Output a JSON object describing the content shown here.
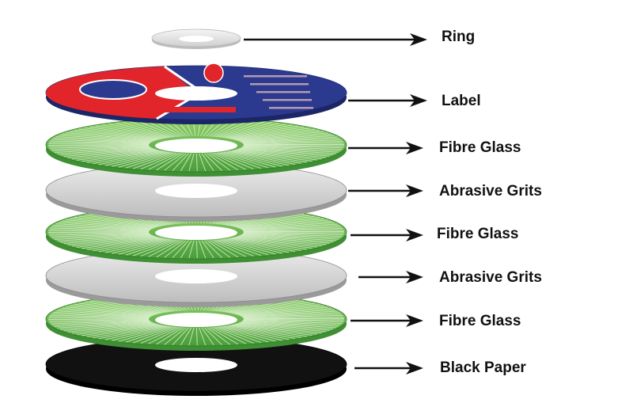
{
  "layers": [
    {
      "label": "Ring",
      "kind": "ring"
    },
    {
      "label": "Label",
      "kind": "label"
    },
    {
      "label": "Fibre Glass",
      "kind": "fibre"
    },
    {
      "label": "Abrasive Grits",
      "kind": "grit"
    },
    {
      "label": "Fibre Glass",
      "kind": "fibre"
    },
    {
      "label": "Abrasive Grits",
      "kind": "grit"
    },
    {
      "label": "Fibre Glass",
      "kind": "fibre"
    },
    {
      "label": "Black Paper",
      "kind": "paper"
    }
  ],
  "colors": {
    "fibre": "#6dbb4f",
    "fibre_dark": "#3f8f34",
    "grit": "#d6d6d6",
    "grit_edge": "#9a9a9a",
    "paper": "#111111",
    "label_red": "#e2252b",
    "label_blue": "#2b3a8f",
    "ring": "#e8e8e8",
    "arrow": "#111111"
  }
}
